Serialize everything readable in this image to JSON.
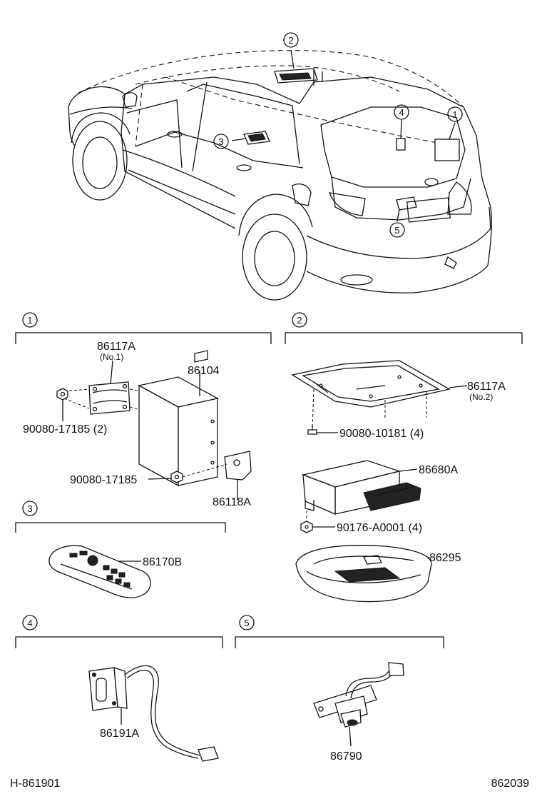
{
  "sections": {
    "s1": "1",
    "s2": "2",
    "s3": "3",
    "s4": "4",
    "s5": "5"
  },
  "car_callouts": {
    "c1": "1",
    "c2": "2",
    "c3": "3",
    "c4": "4",
    "c5": "5"
  },
  "parts": {
    "p86117A_1": "86117A",
    "p86117A_1_note": "(No.1)",
    "p86104": "86104",
    "p90080_17185_2": "90080-17185 (2)",
    "p90080_17185": "90080-17185",
    "p86118A": "86118A",
    "p86117A_2": "86117A",
    "p86117A_2_note": "(No.2)",
    "p90080_10181": "90080-10181 (4)",
    "p86680A": "86680A",
    "p90176_A0001": "90176-A0001 (4)",
    "p86295": "86295",
    "p86170B": "86170B",
    "p86191A": "86191A",
    "p86790": "86790"
  },
  "footer": {
    "left_code": "H-861901",
    "right_code": "862039"
  }
}
